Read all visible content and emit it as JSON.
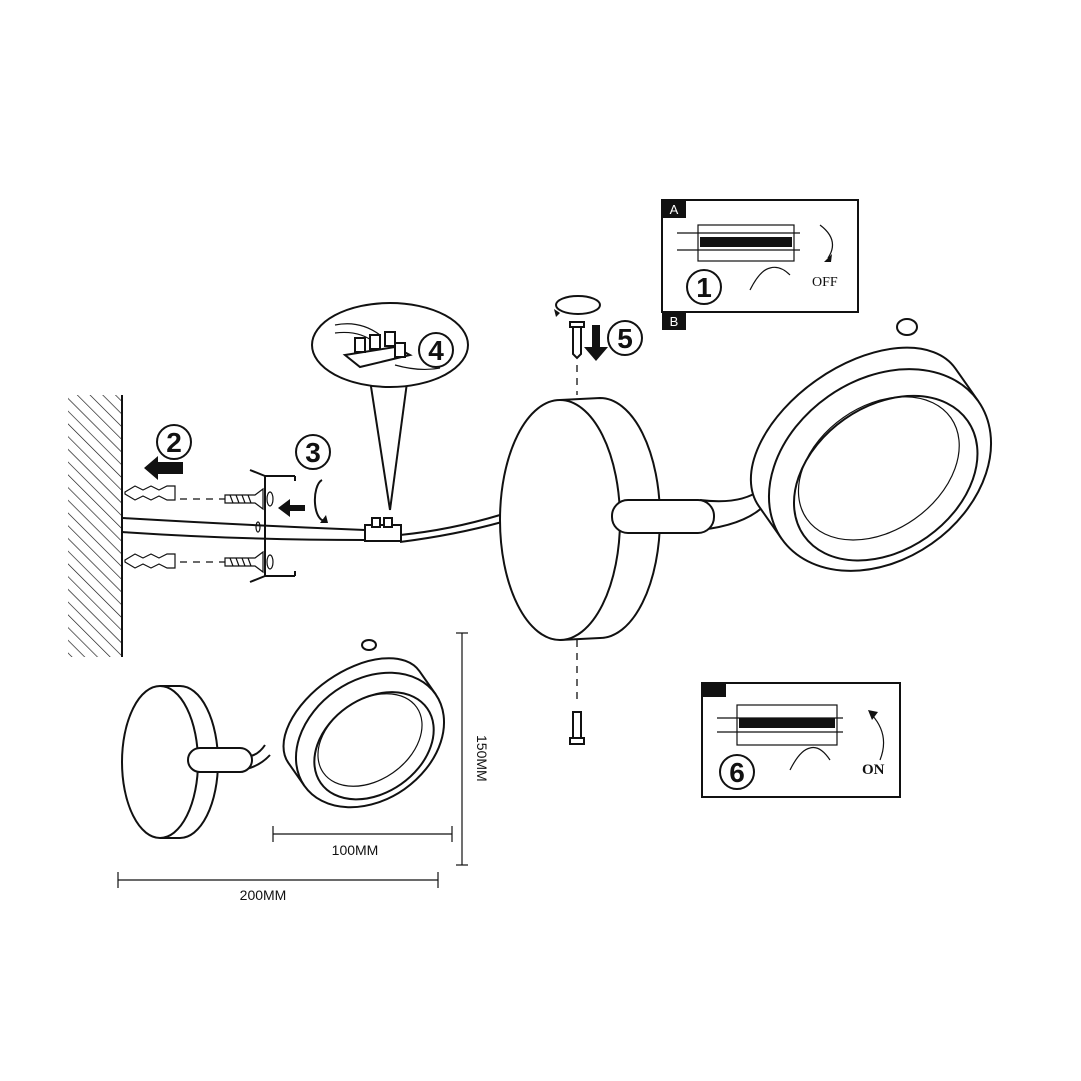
{
  "title": "Wall lamp installation diagram",
  "steps": {
    "s1": "1",
    "s2": "2",
    "s3": "3",
    "s4": "4",
    "s5": "5",
    "s6": "6"
  },
  "panel_a": {
    "tag_top": "A",
    "tag_bottom": "B",
    "state": "OFF"
  },
  "panel_b": {
    "state": "ON"
  },
  "dimensions": {
    "height": "150MM",
    "depth": "100MM",
    "width": "200MM"
  },
  "colors": {
    "line": "#111111",
    "background": "#ffffff"
  }
}
